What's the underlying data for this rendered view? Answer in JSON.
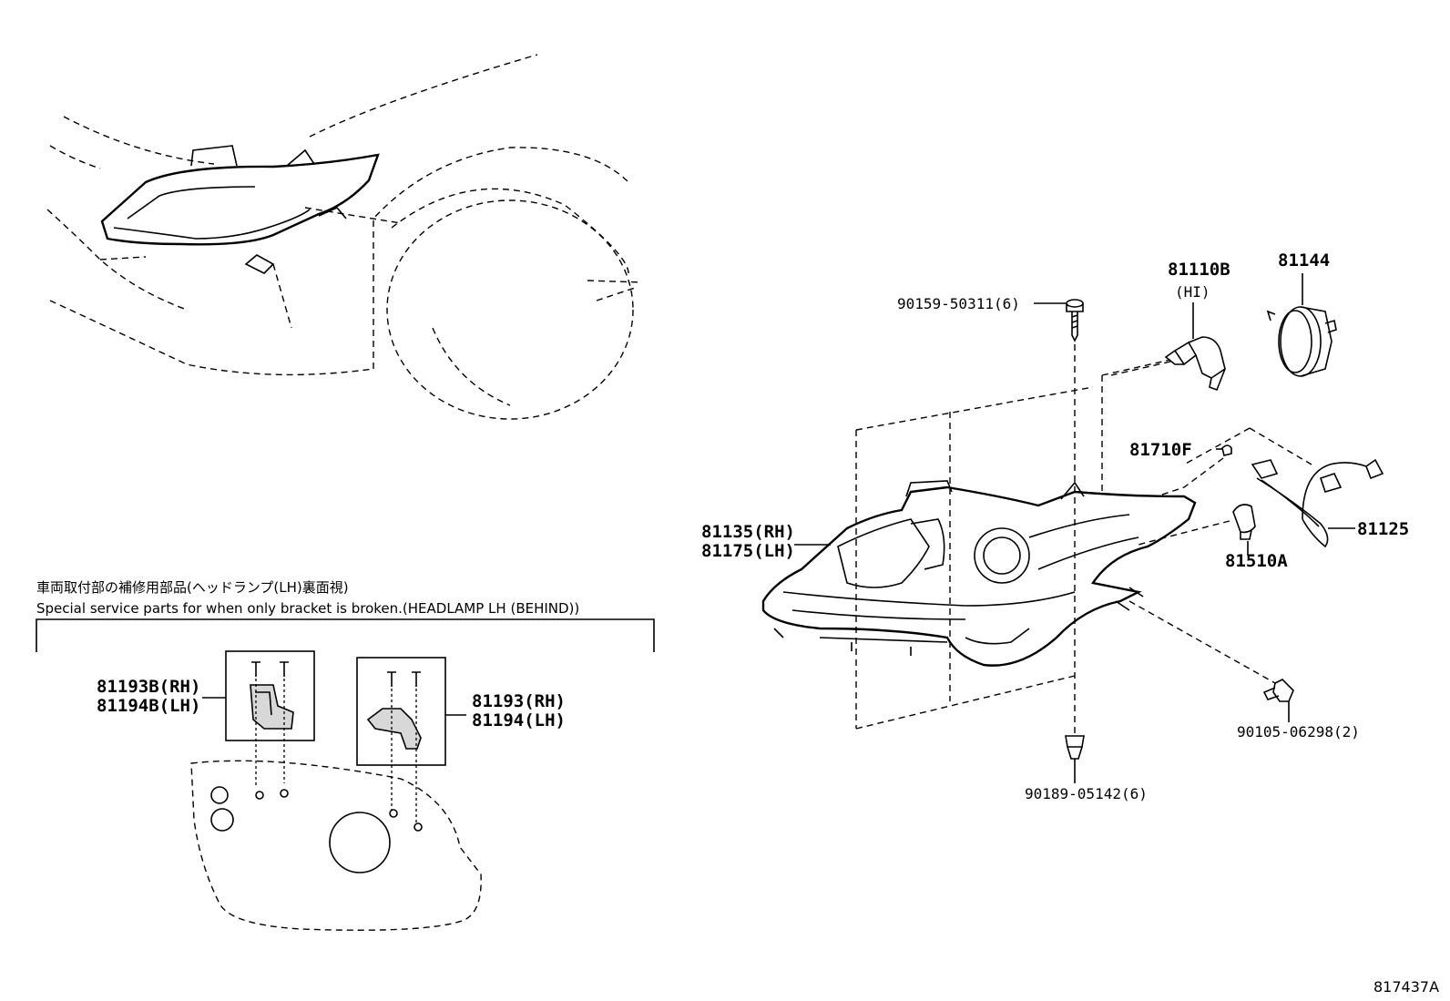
{
  "parts": {
    "p90159": "90159-50311(6)",
    "p81110b": "81110B",
    "p81110b_sub": "(HI)",
    "p81144": "81144",
    "p81710f": "81710F",
    "p81125": "81125",
    "p81510a": "81510A",
    "p81135": "81135(RH)",
    "p81175": "81175(LH)",
    "p90105": "90105-06298(2)",
    "p90189": "90189-05142(6)",
    "p81193b": "81193B(RH)",
    "p81194b": "81194B(LH)",
    "p81193": "81193(RH)",
    "p81194": "81194(LH)"
  },
  "note": {
    "jp": "車両取付部の補修用部品(ヘッドランプ(LH)裏面視)",
    "en": "Special service parts for when only bracket is broken.(HEADLAMP LH (BEHIND))"
  },
  "ref_code": "817437A"
}
